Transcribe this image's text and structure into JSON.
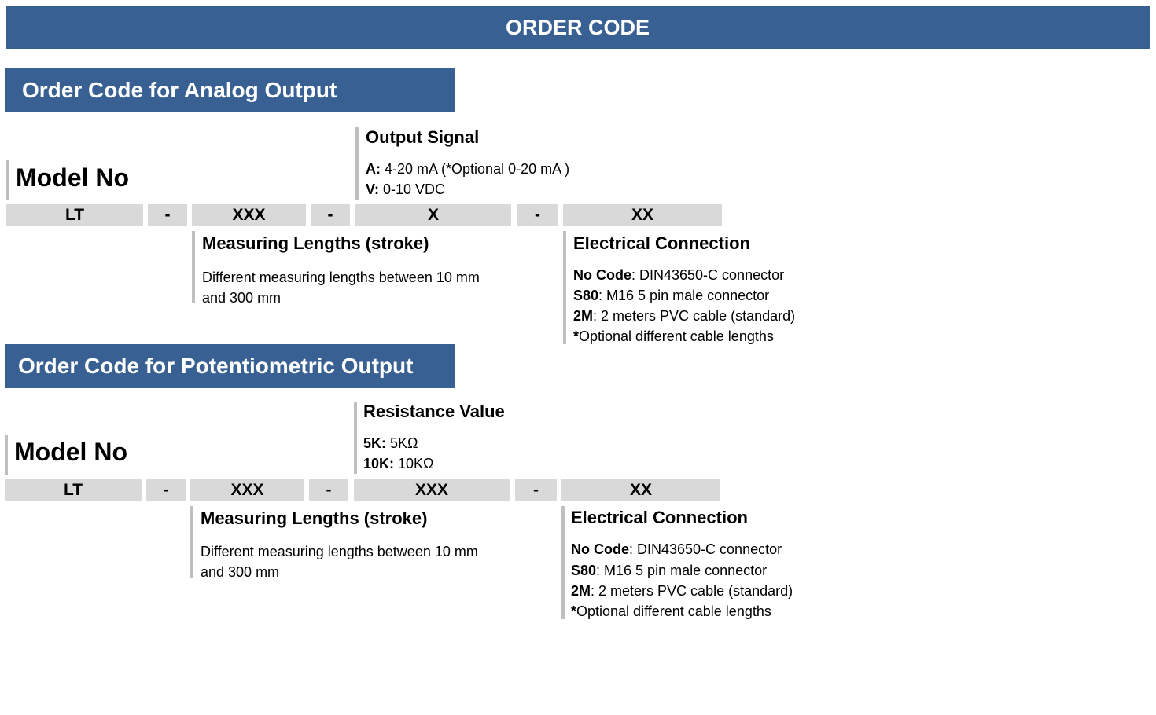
{
  "title": "ORDER CODE",
  "analog": {
    "heading": "Order Code for Analog Output",
    "model_label": "Model No",
    "output": {
      "heading": "Output Signal",
      "lines": [
        {
          "code": "A:",
          "text": " 4-20 mA   (*Optional 0-20 mA )"
        },
        {
          "code": "V:",
          "text": " 0-10 VDC"
        }
      ]
    },
    "cells": [
      "LT",
      "-",
      "XXX",
      "-",
      "X",
      "-",
      "XX"
    ],
    "measuring": {
      "heading": "Measuring Lengths (stroke)",
      "text": "Different measuring lengths between 10 mm and 300 mm"
    },
    "electrical": {
      "heading": "Electrical Connection",
      "lines": [
        {
          "code": "No Code",
          "text": ": DIN43650-C connector"
        },
        {
          "code": "S80",
          "text": ": M16 5 pin male connector"
        },
        {
          "code": "2M",
          "text": ": 2 meters PVC cable (standard)"
        },
        {
          "code": "*",
          "text": "Optional different cable lengths"
        }
      ]
    }
  },
  "potentiometric": {
    "heading": "Order Code for Potentiometric Output",
    "model_label": "Model No",
    "resistance": {
      "heading": "Resistance Value",
      "lines": [
        {
          "code": "5K:",
          "text": " 5KΩ"
        },
        {
          "code": "10K:",
          "text": " 10KΩ"
        }
      ]
    },
    "cells": [
      "LT",
      "-",
      "XXX",
      "-",
      "XXX",
      "-",
      "XX"
    ],
    "measuring": {
      "heading": "Measuring Lengths (stroke)",
      "text": "Different measuring lengths between 10 mm and 300 mm"
    },
    "electrical": {
      "heading": "Electrical Connection",
      "lines": [
        {
          "code": "No Code",
          "text": ": DIN43650-C connector"
        },
        {
          "code": "S80",
          "text": ": M16 5 pin male connector"
        },
        {
          "code": "2M",
          "text": ": 2 meters PVC cable (standard)"
        },
        {
          "code": "*",
          "text": "Optional different cable lengths"
        }
      ]
    }
  }
}
